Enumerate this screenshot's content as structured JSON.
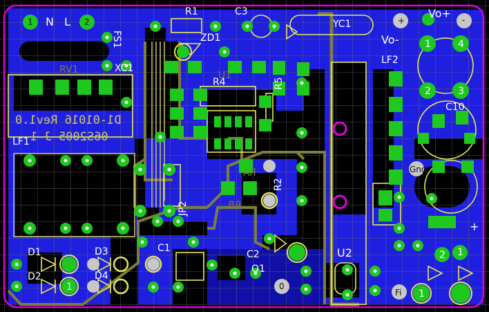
{
  "colors": {
    "background": "#000000",
    "copper": "#1f1fe0",
    "copper_dark": "#1010a8",
    "pad": "#1ec81e",
    "silk": "#e8e85a",
    "silk_back": "#6f6f2e",
    "outline": "#e000e0",
    "grid": "#6a6a6a"
  },
  "labels": {
    "n": "N",
    "l": "L",
    "r1": "R1",
    "c3": "C3",
    "yc1": "YC1",
    "vo_plus": "Vo+",
    "vo_minus": "Vo-",
    "fs1": "FS1",
    "zd1": "ZD1",
    "xc1": "XC1",
    "rv1": "RV1",
    "r4": "R4",
    "u1": "U1",
    "r5": "R5",
    "lf2": "LF2",
    "c10": "C10",
    "gnd": "Gnd",
    "lf1": "LF1",
    "r2": "R2",
    "jp2": "JP2",
    "d1": "D1",
    "d2": "D2",
    "d3": "D3",
    "d4": "D4",
    "c1": "C1",
    "c2": "C2",
    "q1": "Q1",
    "u2": "U2",
    "fi": "Fi",
    "plus": "+",
    "minus": "-",
    "zero": "0",
    "ra": "RA",
    "rb": "RB"
  },
  "pad_numbers": {
    "p1": "1",
    "p2": "2",
    "p3": "3",
    "p4": "4",
    "p5": "1",
    "p6": "2",
    "p7": "1",
    "p8": "1",
    "p9": "2",
    "p10": "1"
  },
  "silkscreen": {
    "line1": "D1-01016 Rev1.0",
    "line2": "06S2005 J-1"
  }
}
